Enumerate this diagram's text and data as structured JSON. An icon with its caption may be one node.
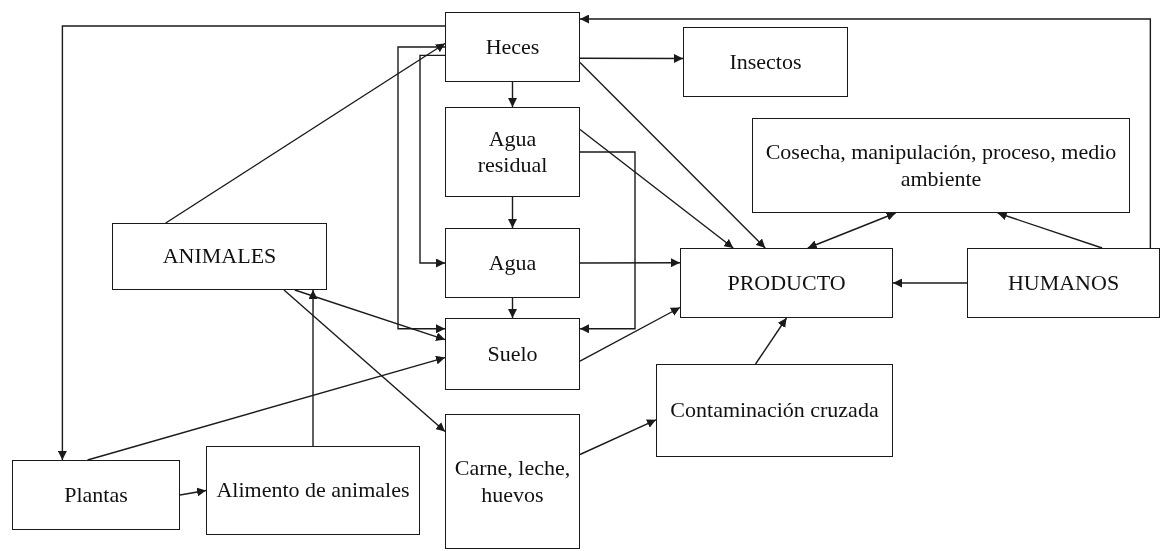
{
  "diagram": {
    "nodes": [
      {
        "text": [
          "Heces"
        ]
      },
      {
        "text": [
          "Insectos"
        ]
      },
      {
        "text": [
          "Agua residual"
        ]
      },
      {
        "text": [
          "Cosecha, manipulación, proceso, medio ambiente"
        ]
      },
      {
        "text": [
          "ANIMALES"
        ]
      },
      {
        "text": [
          "Agua"
        ]
      },
      {
        "text": [
          "PRODUCTO"
        ]
      },
      {
        "text": [
          "HUMANOS"
        ]
      },
      {
        "text": [
          "Suelo"
        ]
      },
      {
        "text": [
          "Contaminación cruzada"
        ]
      },
      {
        "text": [
          "Plantas"
        ]
      },
      {
        "text": [
          "Alimento de animales"
        ]
      },
      {
        "text": [
          "Carne, leche, huevos"
        ]
      }
    ],
    "edges": [
      {
        "from": 0,
        "to": 1,
        "arrow": "to"
      },
      {
        "from": 0,
        "to": 2,
        "arrow": "to"
      },
      {
        "from": 0,
        "to": 5,
        "arrow": "to"
      },
      {
        "from": 0,
        "to": 8,
        "arrow": "to"
      },
      {
        "from": 0,
        "to": 6,
        "arrow": "to"
      },
      {
        "from": 0,
        "to": 10,
        "arrow": "to"
      },
      {
        "from": 4,
        "to": 0,
        "arrow": "to"
      },
      {
        "from": 2,
        "to": 5,
        "arrow": "to"
      },
      {
        "from": 2,
        "to": 6,
        "arrow": "to"
      },
      {
        "from": 2,
        "to": 8,
        "arrow": "to"
      },
      {
        "from": 5,
        "to": 8,
        "arrow": "to"
      },
      {
        "from": 5,
        "to": 6,
        "arrow": "to"
      },
      {
        "from": 8,
        "to": 6,
        "arrow": "to"
      },
      {
        "from": 3,
        "to": 6,
        "arrow": "both"
      },
      {
        "from": 7,
        "to": 3,
        "arrow": "to"
      },
      {
        "from": 7,
        "to": 6,
        "arrow": "to"
      },
      {
        "from": 7,
        "to": 0,
        "arrow": "to"
      },
      {
        "from": 4,
        "to": 8,
        "arrow": "to"
      },
      {
        "from": 4,
        "to": 12,
        "arrow": "to"
      },
      {
        "from": 11,
        "to": 4,
        "arrow": "to"
      },
      {
        "from": 10,
        "to": 8,
        "arrow": "to"
      },
      {
        "from": 10,
        "to": 11,
        "arrow": "to"
      },
      {
        "from": 12,
        "to": 9,
        "arrow": "to"
      },
      {
        "from": 9,
        "to": 6,
        "arrow": "to"
      }
    ]
  }
}
